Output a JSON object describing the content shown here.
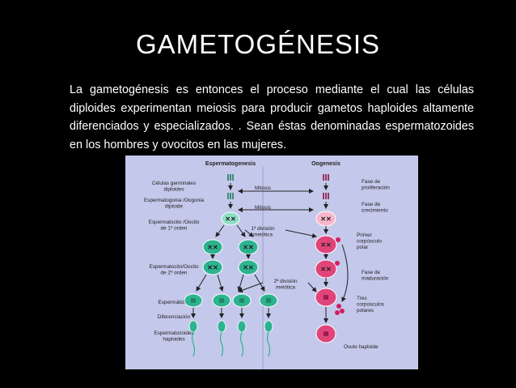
{
  "slide": {
    "title": "GAMETOGÉNESIS",
    "paragraph": "La gametogénesis es entonces el proceso mediante el cual las células diploides experimentan meiosis para producir gametos haploides altamente diferenciados y especializados. . Sean éstas denominadas espermatozoides en los hombres y  ovocitos en las mujeres."
  },
  "diagram": {
    "headers": {
      "left": "Espermatogenesis",
      "right": "Oogenesis"
    },
    "left_stages": [
      [
        "Células germinales",
        "diploides"
      ],
      [
        "Espermatogonia /Oogonia",
        "diploide"
      ],
      [
        "Espermatocito /Oocito",
        "de 1º orden"
      ],
      [
        "Espermatocito/Oocito",
        "de 2º orden"
      ],
      [
        "Espermátidas"
      ],
      [
        "Diferenciación"
      ],
      [
        "Espermatozoides",
        "haploides"
      ]
    ],
    "middle_labels": [
      [
        "Mitosis"
      ],
      [
        "Mitosis"
      ],
      [
        "1ª división",
        "meiótica"
      ],
      [
        "2ª división",
        "meiótica"
      ]
    ],
    "right_labels": [
      [
        "Fase de",
        "proliferación"
      ],
      [
        "Fase de",
        "crecimiento"
      ],
      [
        "Primer",
        "corpúsculo",
        "polar"
      ],
      [
        "Fase de",
        "maduración"
      ],
      [
        "Tres",
        "corpúsculos",
        "polares"
      ],
      [
        "Óvulo haploide"
      ]
    ],
    "colors": {
      "background": "#c4c8eb",
      "spermatic": "#2db38f",
      "spermatic_light": "#8fe0c8",
      "oocyte": "#e0457a",
      "oocyte_light": "#f7b6cc",
      "polar_body": "#d02060"
    }
  }
}
